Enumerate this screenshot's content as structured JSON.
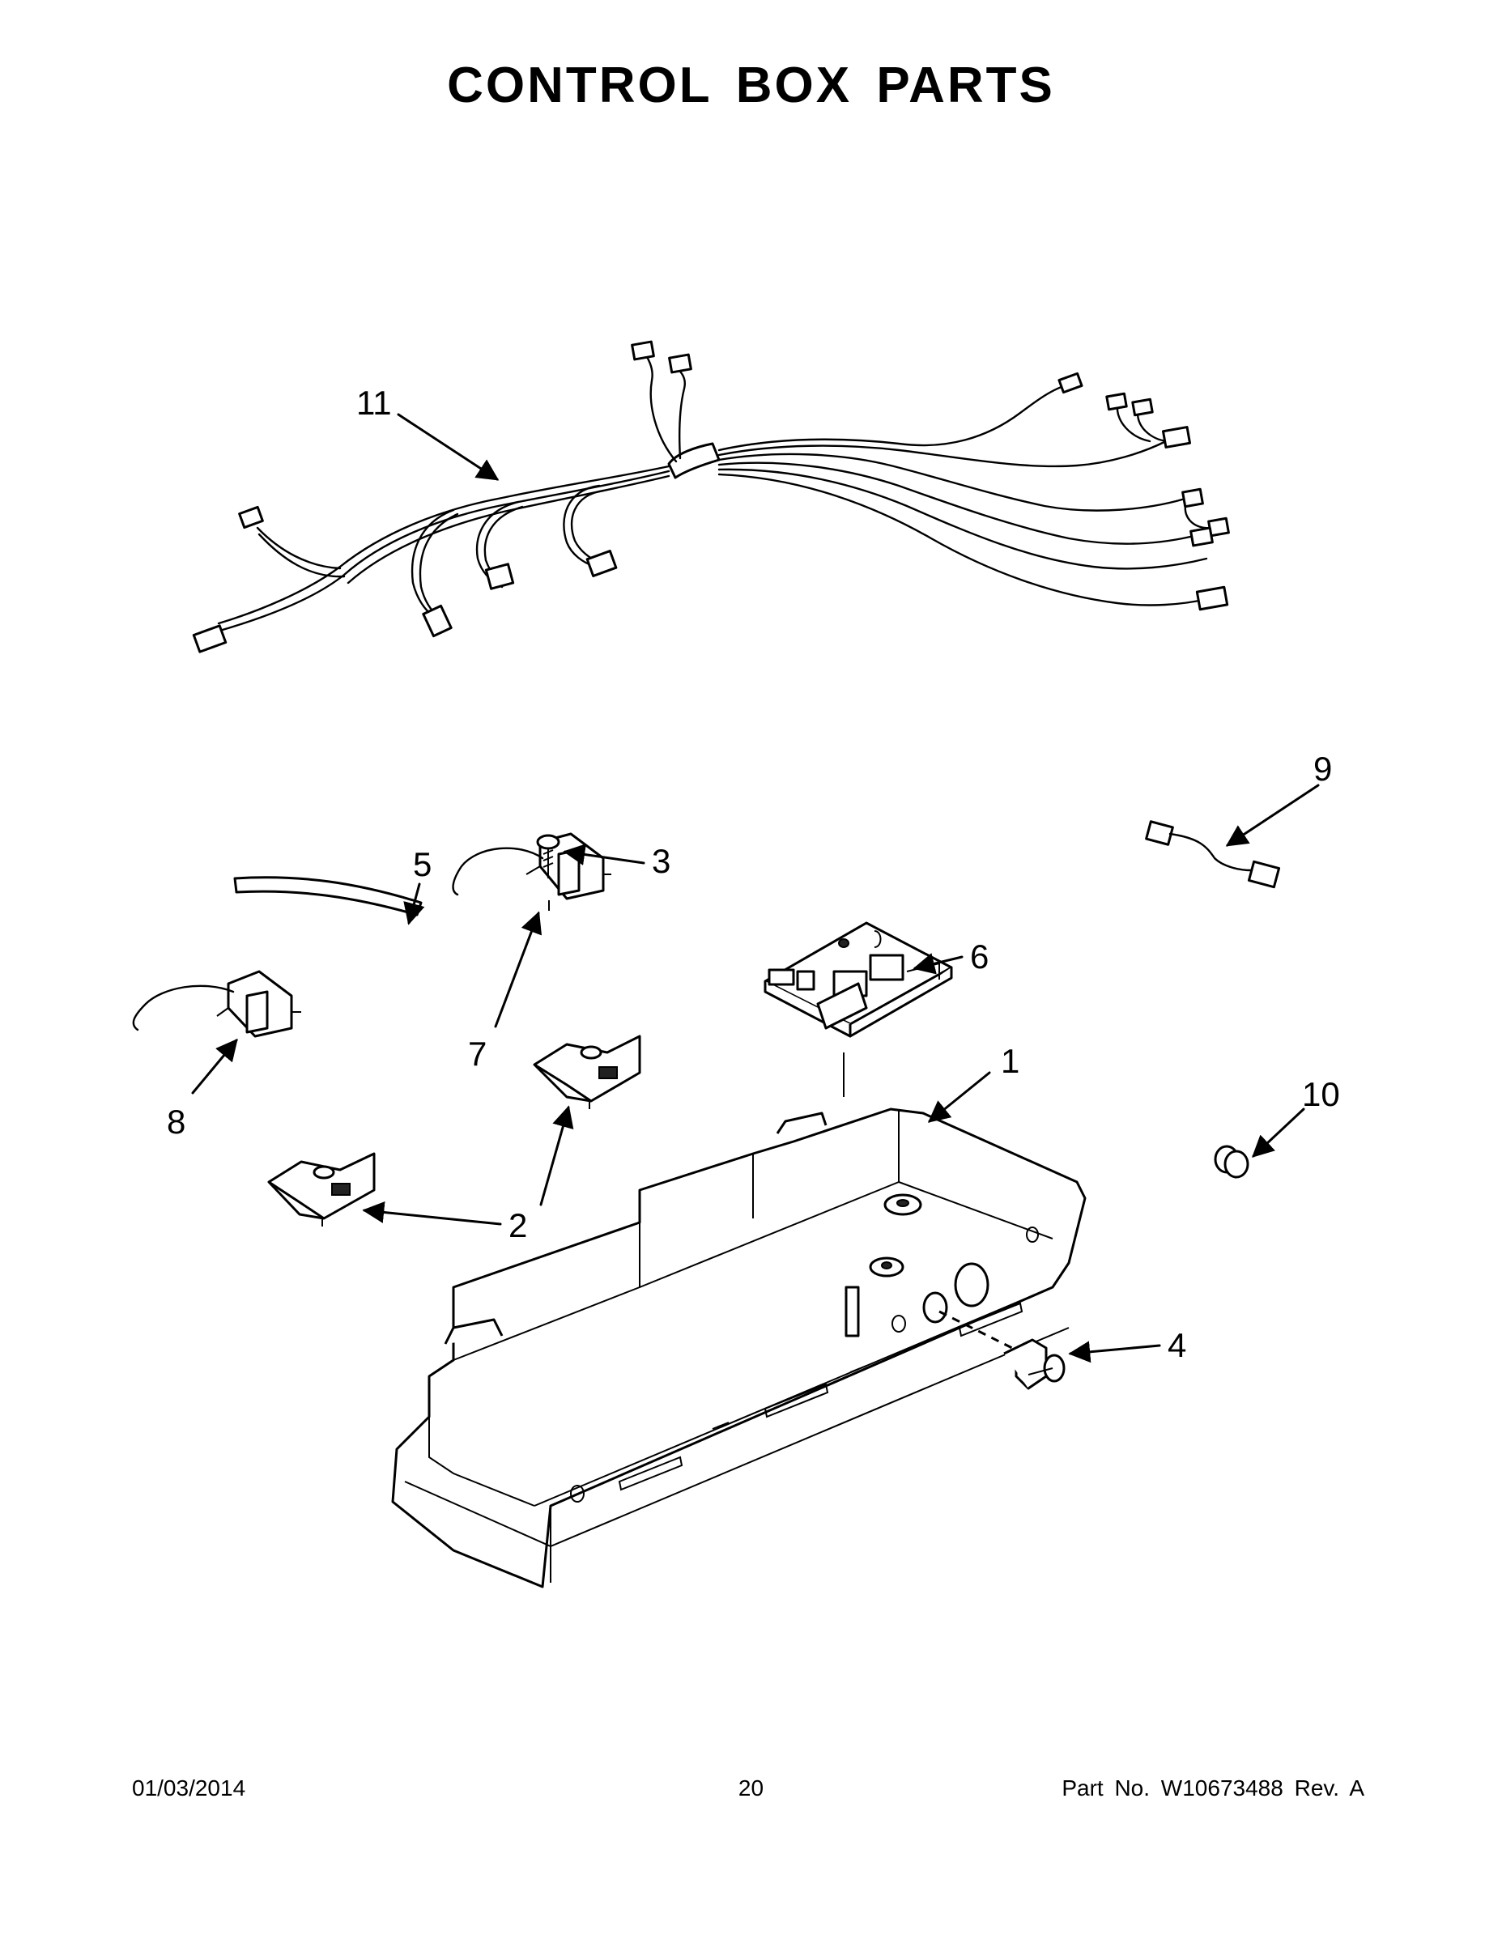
{
  "title": "CONTROL BOX PARTS",
  "callouts": [
    {
      "id": "1",
      "label": "1"
    },
    {
      "id": "2",
      "label": "2"
    },
    {
      "id": "3",
      "label": "3"
    },
    {
      "id": "4",
      "label": "4"
    },
    {
      "id": "5",
      "label": "5"
    },
    {
      "id": "6",
      "label": "6"
    },
    {
      "id": "7",
      "label": "7"
    },
    {
      "id": "8",
      "label": "8"
    },
    {
      "id": "9",
      "label": "9"
    },
    {
      "id": "10",
      "label": "10"
    },
    {
      "id": "11",
      "label": "11"
    }
  ],
  "footer": {
    "date": "01/03/2014",
    "page": "20",
    "part_info": "Part No.  W10673488  Rev.  A"
  }
}
